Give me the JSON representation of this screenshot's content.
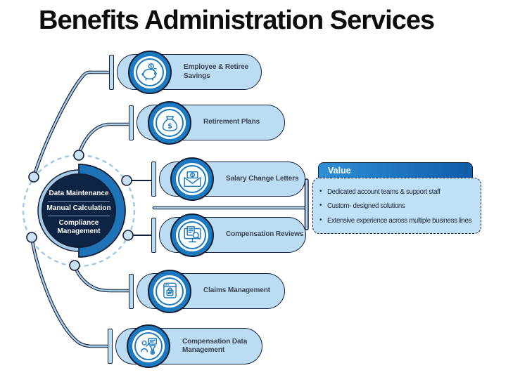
{
  "title": "Benefits Administration Services",
  "hub": {
    "segments": [
      "Data Maintenance",
      "Manual Calculation",
      "Compliance Management"
    ]
  },
  "branches": [
    {
      "label": "Employee & Retiree Savings",
      "icon": "piggy-bank-icon"
    },
    {
      "label": "Retirement Plans",
      "icon": "money-bag-icon"
    },
    {
      "label": "Salary Change Letters",
      "icon": "salary-envelope-icon"
    },
    {
      "label": "Compensation Reviews",
      "icon": "monitor-magnifier-icon"
    },
    {
      "label": "Claims Management",
      "icon": "claims-window-icon"
    },
    {
      "label": "Compensation Data Management",
      "icon": "person-data-icon"
    }
  ],
  "value_panel": {
    "header": "Value",
    "bullets": [
      "Dedicated account teams & support staff",
      "Custom- designed solutions",
      "Extensive experience across multiple business lines"
    ]
  },
  "colors": {
    "primary_blue": "#1d79c0",
    "pill_fill": "#bcdcf4",
    "outline_dark": "#131f36",
    "hub_dark": "#0e2444",
    "ring_right": "#1d72b8",
    "ring_left": "#a6cbe8",
    "connector_light": "#a9cfe8",
    "node_fill": "#c9e2f5",
    "dashed_ring": "#9cc7e7",
    "value_header_left": "#2f8fd4",
    "value_header_right": "#0f5ca8",
    "value_body_fill": "#bfe0f6"
  }
}
